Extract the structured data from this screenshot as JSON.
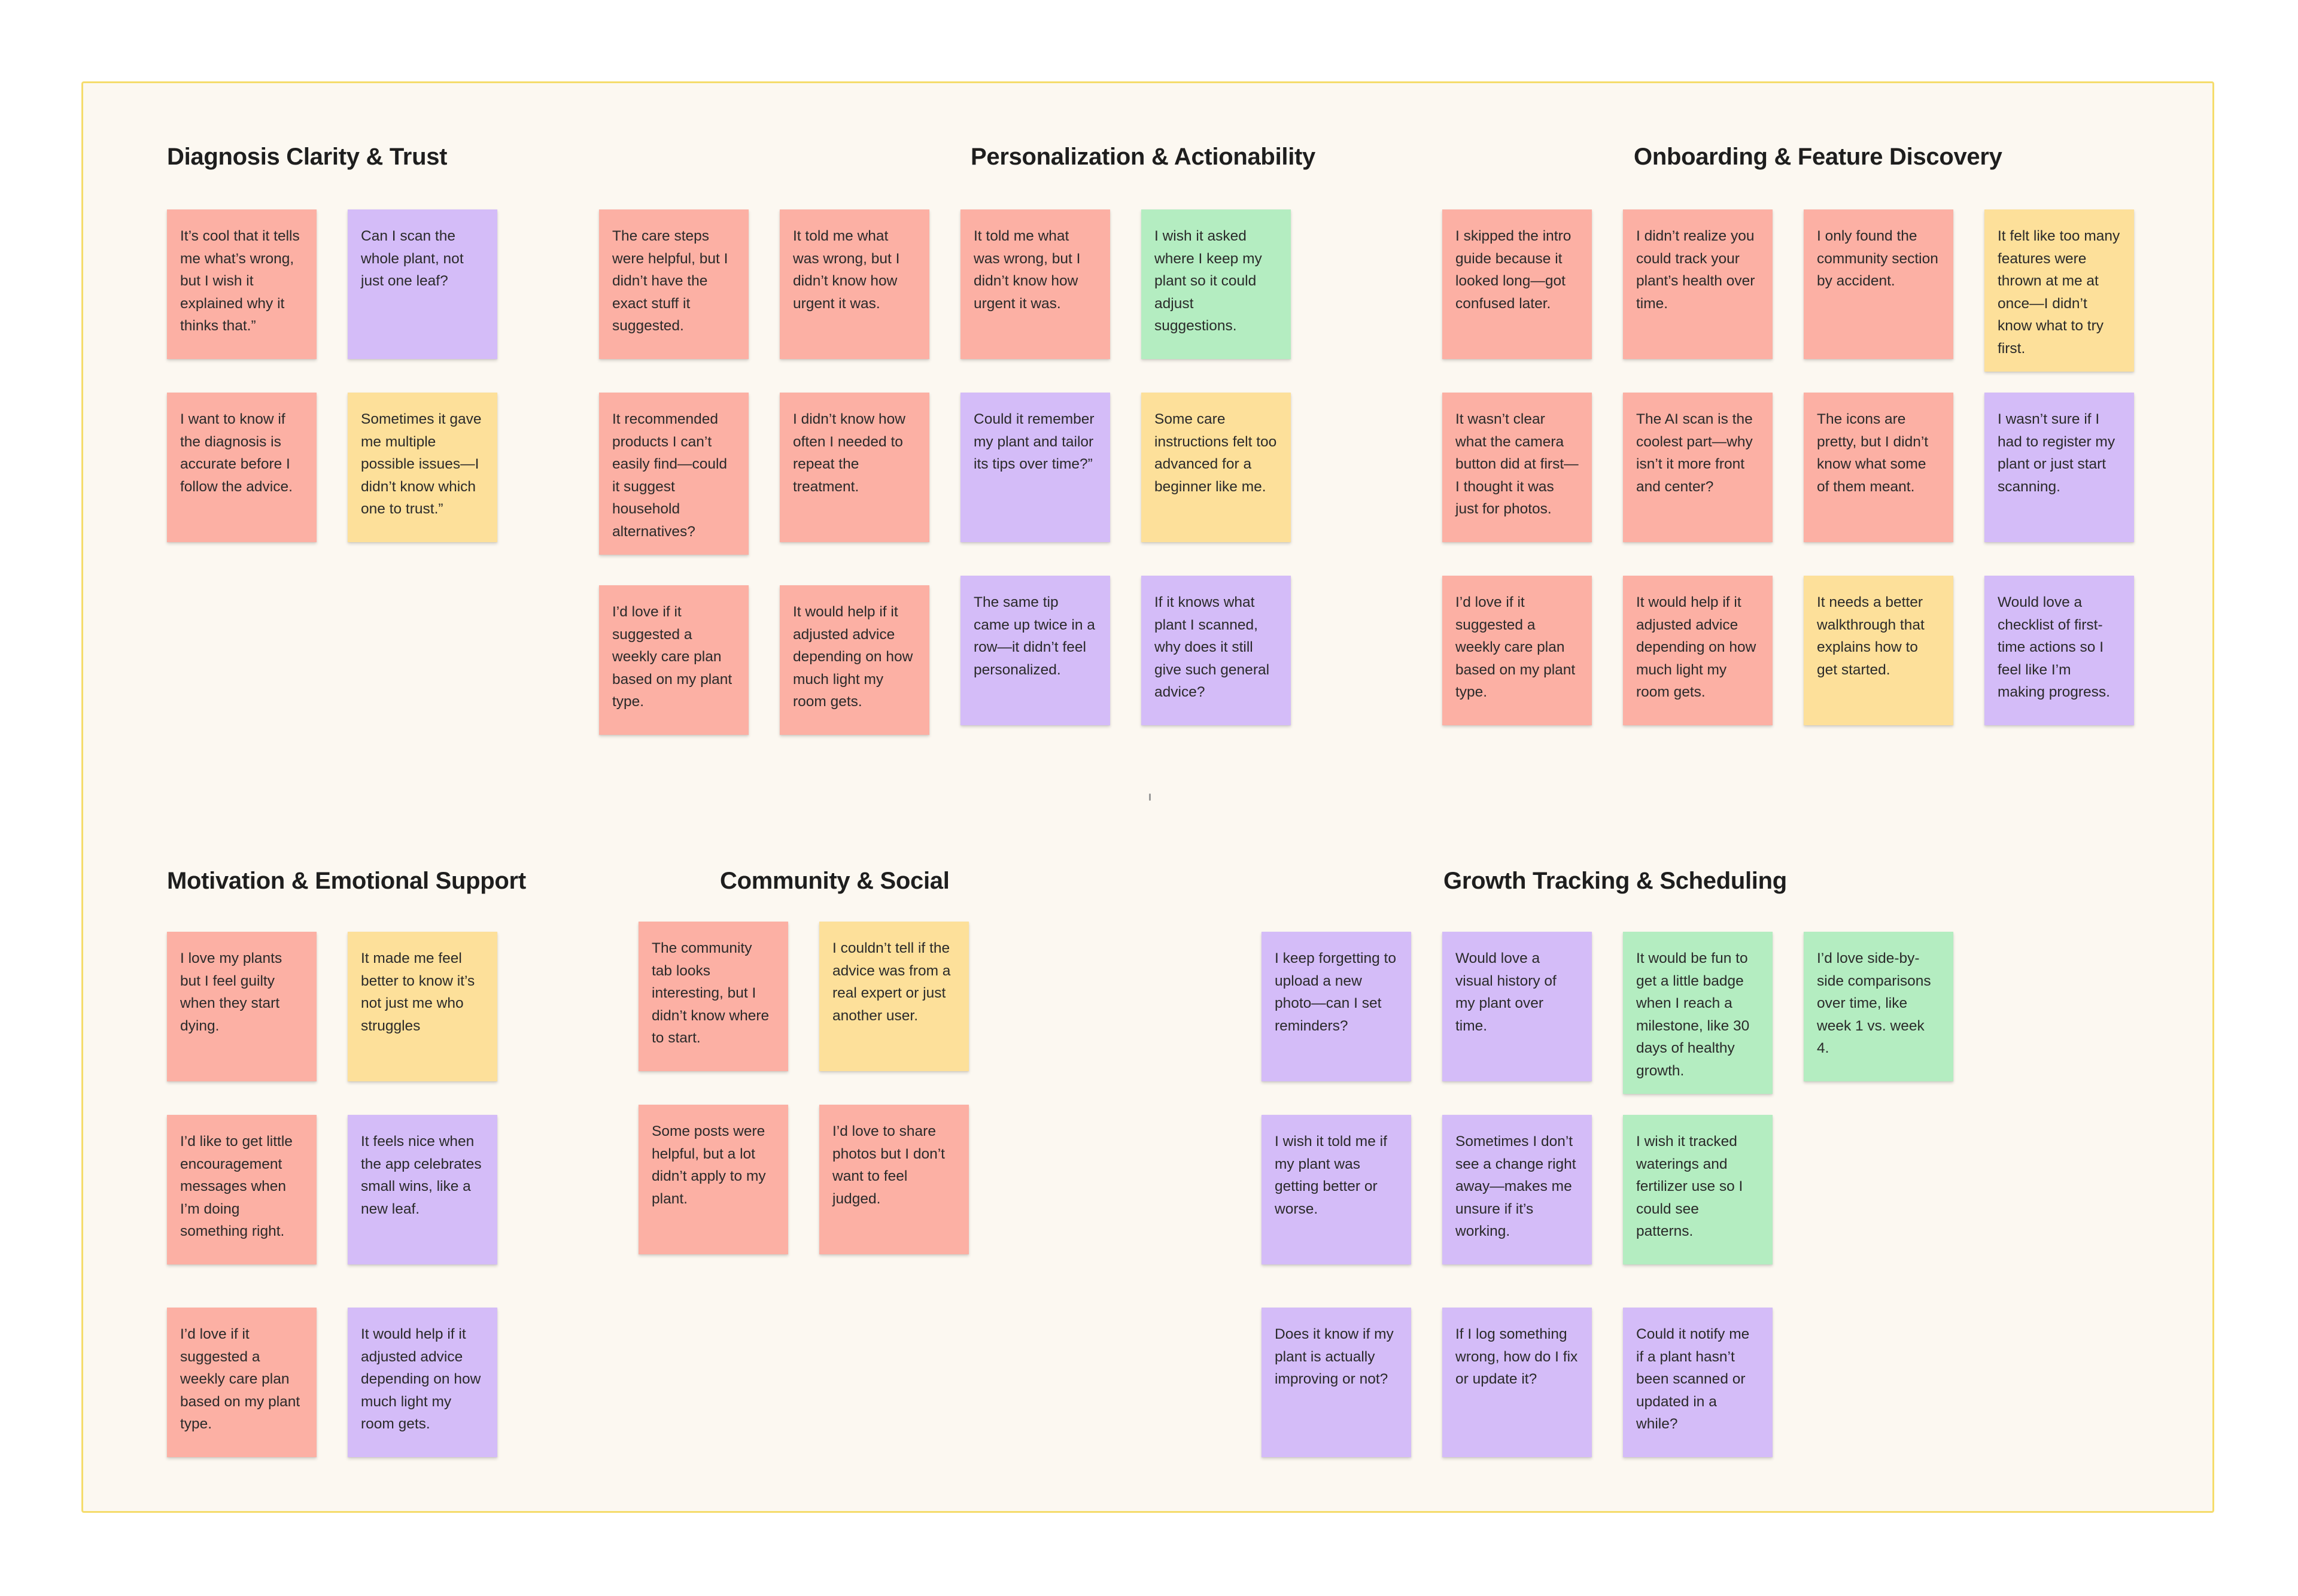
{
  "colors": {
    "board_bg": "#fcf8f1",
    "board_border": "#f5dc6c",
    "sticky_red": "#fcb0a4",
    "sticky_purple": "#d4bcf8",
    "sticky_yellow": "#fde09a",
    "sticky_green": "#b4edc1"
  },
  "sections": {
    "diagnosis": {
      "title": "Diagnosis Clarity & Trust",
      "notes": [
        {
          "text": "It’s cool that it tells me what’s wrong, but I wish it explained why it thinks that.”",
          "color": "red"
        },
        {
          "text": "Can I scan the whole plant, not just one leaf?",
          "color": "purple"
        },
        {
          "text": "I want to know if the diagnosis is accurate before I follow the advice.",
          "color": "red"
        },
        {
          "text": "Sometimes it gave me multiple possible issues—I didn’t know which one to trust.”",
          "color": "yellow"
        }
      ]
    },
    "personalization": {
      "title": "Personalization & Actionability",
      "notes": [
        {
          "text": "The care steps were helpful, but I didn’t have the exact stuff it suggested.",
          "color": "red"
        },
        {
          "text": "It told me what was wrong, but I didn’t know how urgent it was.",
          "color": "red"
        },
        {
          "text": "It told me what was wrong, but I didn’t know how urgent it was.",
          "color": "red"
        },
        {
          "text": "I wish it asked where I keep my plant so it could adjust suggestions.",
          "color": "green"
        },
        {
          "text": "It recommended products I can’t easily find—could it suggest household alternatives?",
          "color": "red"
        },
        {
          "text": "I didn’t know how often I needed to repeat the treatment.",
          "color": "red"
        },
        {
          "text": "Could it remember my plant and tailor its tips over time?”",
          "color": "purple"
        },
        {
          "text": "Some care instructions felt too advanced for a beginner like me.",
          "color": "yellow"
        },
        {
          "text": "I’d love if it suggested a weekly care plan based on my plant type.",
          "color": "red"
        },
        {
          "text": "It would help if it adjusted advice depending on how much light my room gets.",
          "color": "red"
        },
        {
          "text": "The same tip came up twice in a row—it didn’t feel personalized.",
          "color": "purple"
        },
        {
          "text": "If it knows what plant I scanned, why does it still give such general advice?",
          "color": "purple"
        }
      ]
    },
    "onboarding": {
      "title": "Onboarding & Feature Discovery",
      "notes": [
        {
          "text": "I skipped the intro guide because it looked long—got confused later.",
          "color": "red"
        },
        {
          "text": "I didn’t realize you could track your plant’s health over time.",
          "color": "red"
        },
        {
          "text": "I only found the community section by accident.",
          "color": "red"
        },
        {
          "text": "It felt like too many features were thrown at me at once—I didn’t know what to try first.",
          "color": "yellow"
        },
        {
          "text": "It wasn’t clear what the camera button did at first—I thought it was just for photos.",
          "color": "red"
        },
        {
          "text": "The AI scan is the coolest part—why isn’t it more front and center?",
          "color": "red"
        },
        {
          "text": "The icons are pretty, but I didn’t know what some of them meant.",
          "color": "red"
        },
        {
          "text": "I wasn’t sure if I had to register my plant or just start scanning.",
          "color": "purple"
        },
        {
          "text": "I’d love if it suggested a weekly care plan based on my plant type.",
          "color": "red"
        },
        {
          "text": "It would help if it adjusted advice depending on how much light my room gets.",
          "color": "red"
        },
        {
          "text": "It needs a better walkthrough that explains how to get started.",
          "color": "yellow"
        },
        {
          "text": "Would love a checklist of first-time actions so I feel like I’m making progress.",
          "color": "purple"
        }
      ]
    },
    "motivation": {
      "title": "Motivation & Emotional Support",
      "notes": [
        {
          "text": "I love my plants but I feel guilty when they start dying.",
          "color": "red"
        },
        {
          "text": "It made me feel better to know it’s not just me who struggles",
          "color": "yellow"
        },
        {
          "text": "I’d like to get little encouragement messages when I’m doing something right.",
          "color": "red"
        },
        {
          "text": "It feels nice when the app celebrates small wins, like a new leaf.",
          "color": "purple"
        },
        {
          "text": "I’d love if it suggested a weekly care plan based on my plant type.",
          "color": "red"
        },
        {
          "text": "It would help if it adjusted advice depending on how much light my room gets.",
          "color": "purple"
        }
      ]
    },
    "community": {
      "title": "Community & Social",
      "notes": [
        {
          "text": "The community tab looks interesting, but I didn’t know where to start.",
          "color": "red"
        },
        {
          "text": "I couldn’t tell if the advice was from a real expert or just another user.",
          "color": "yellow"
        },
        {
          "text": "Some posts were helpful, but a lot didn’t apply to my plant.",
          "color": "red"
        },
        {
          "text": "I’d love to share photos but I don’t want to feel judged.",
          "color": "red"
        }
      ]
    },
    "growth": {
      "title": "Growth Tracking & Scheduling",
      "notes": [
        {
          "text": "I keep forgetting to upload a new photo—can I set reminders?",
          "color": "purple"
        },
        {
          "text": "Would love a visual history of my plant over time.",
          "color": "purple"
        },
        {
          "text": "It would be fun to get a little badge when I reach a milestone, like 30 days of healthy growth.",
          "color": "green"
        },
        {
          "text": "I’d love side-by-side comparisons over time, like week 1 vs. week 4.",
          "color": "green"
        },
        {
          "text": "I wish it told me if my plant was getting better or worse.",
          "color": "purple"
        },
        {
          "text": "Sometimes I don’t see a change right away—makes me unsure if it’s working.",
          "color": "purple"
        },
        {
          "text": "I wish it tracked waterings and fertilizer use so I could see patterns.",
          "color": "green"
        },
        {
          "text": "Does it know if my plant is actually improving or not?",
          "color": "purple"
        },
        {
          "text": "If I log something wrong, how do I fix or update it?",
          "color": "purple"
        },
        {
          "text": "Could it notify me if a plant hasn’t been scanned or updated in a while?",
          "color": "purple"
        }
      ]
    }
  }
}
